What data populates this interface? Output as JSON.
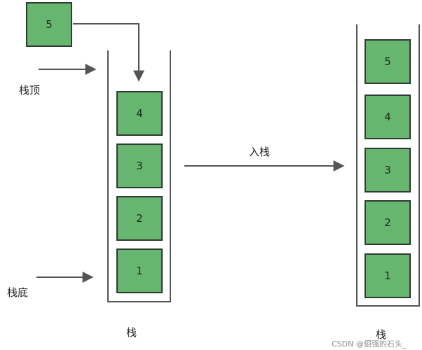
{
  "left_stack": {
    "blocks": [
      "4",
      "3",
      "2",
      "1"
    ],
    "incoming_block": "5",
    "top_label": "栈顶",
    "bottom_label": "栈底",
    "caption": "栈"
  },
  "operation": {
    "label": "入栈"
  },
  "right_stack": {
    "blocks": [
      "5",
      "4",
      "3",
      "2",
      "1"
    ],
    "caption": "栈"
  },
  "watermark": "CSDN @倔强的石头_",
  "colors": {
    "block_fill": "#67b66f",
    "block_border": "#2f3a33",
    "line": "#555555"
  }
}
